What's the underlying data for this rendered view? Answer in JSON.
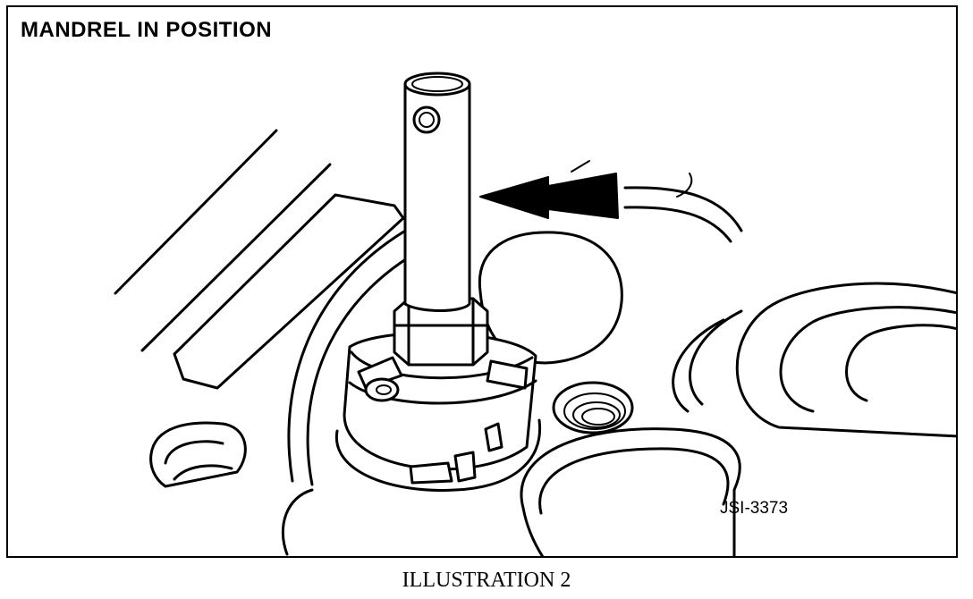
{
  "figure": {
    "title": "MANDREL IN POSITION",
    "code": "JSI-3373",
    "caption": "ILLUSTRATION 2"
  }
}
